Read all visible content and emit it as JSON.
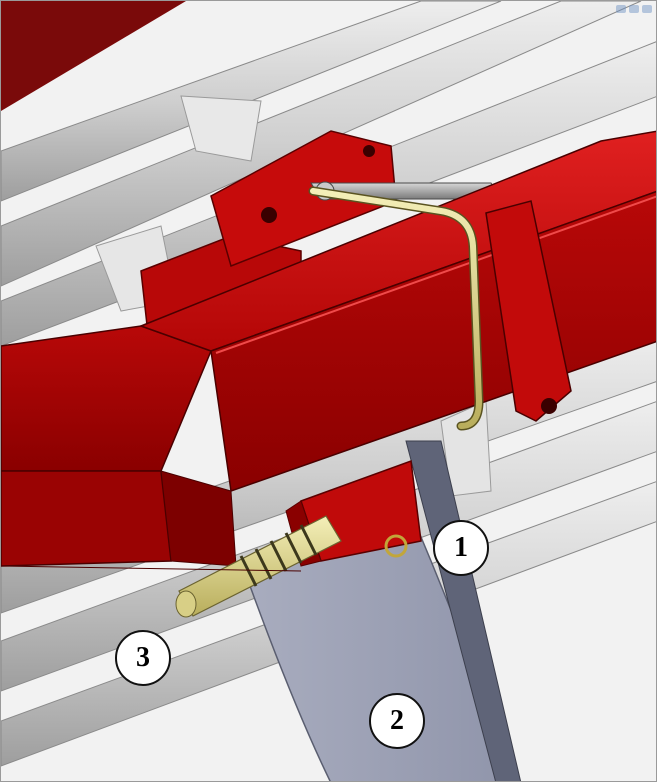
{
  "figure": {
    "colors": {
      "frame_red": "#c90b0b",
      "frame_dark": "#7e0000",
      "hardware_yellow": "#e0d78a",
      "blade_gray": "#9aa0b4",
      "rail_gray": "#d4d4d4"
    },
    "callouts": [
      {
        "label": "1"
      },
      {
        "label": "2"
      },
      {
        "label": "3"
      }
    ]
  }
}
